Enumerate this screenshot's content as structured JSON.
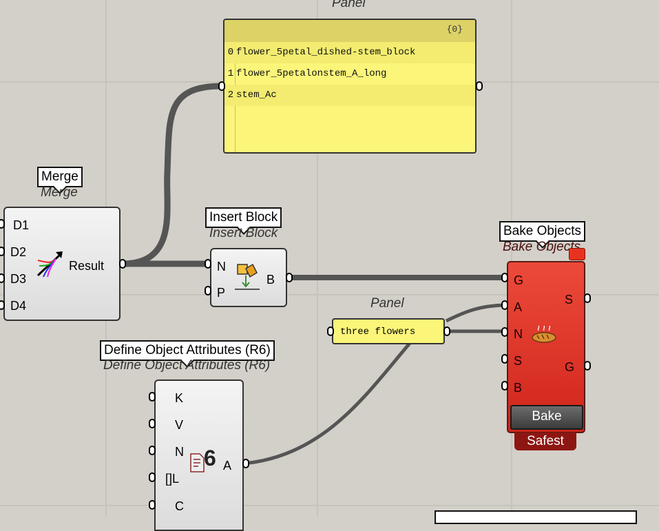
{
  "panel_top": {
    "title": "Panel",
    "path": "{0}",
    "rows": [
      {
        "index": "0",
        "text": "flower_5petal_dished-stem_block"
      },
      {
        "index": "1",
        "text": "flower_5petalonstem_A_long"
      },
      {
        "index": "2",
        "text": "stem_Ac"
      }
    ]
  },
  "merge": {
    "tooltip": "Merge",
    "nickname": "Merge",
    "inputs": [
      "D1",
      "D2",
      "D3",
      "D4"
    ],
    "output": "Result"
  },
  "insert_block": {
    "tooltip": "Insert Block",
    "nickname": "Insert Block",
    "inputs": [
      "N",
      "P"
    ],
    "output": "B"
  },
  "panel_small": {
    "title": "Panel",
    "text": "three flowers"
  },
  "define_attributes": {
    "tooltip": "Define Object Attributes (R6)",
    "nickname": "Define Object Attributes (R6)",
    "inputs": [
      "K",
      "V",
      "N",
      "[]L",
      "C"
    ],
    "output": "A",
    "badge": "6"
  },
  "bake": {
    "tooltip": "Bake Objects",
    "nickname": "Bake Objects",
    "inputs": [
      "G",
      "A",
      "N",
      "S",
      "B"
    ],
    "outputs": [
      "S",
      "G"
    ],
    "button_label": "Bake",
    "mode_label": "Safest"
  },
  "colors": {
    "canvas": "#d3d0c9",
    "panel_yellow": "#fbf57a",
    "bake_red": "#d0251c",
    "wire": "#555555"
  }
}
